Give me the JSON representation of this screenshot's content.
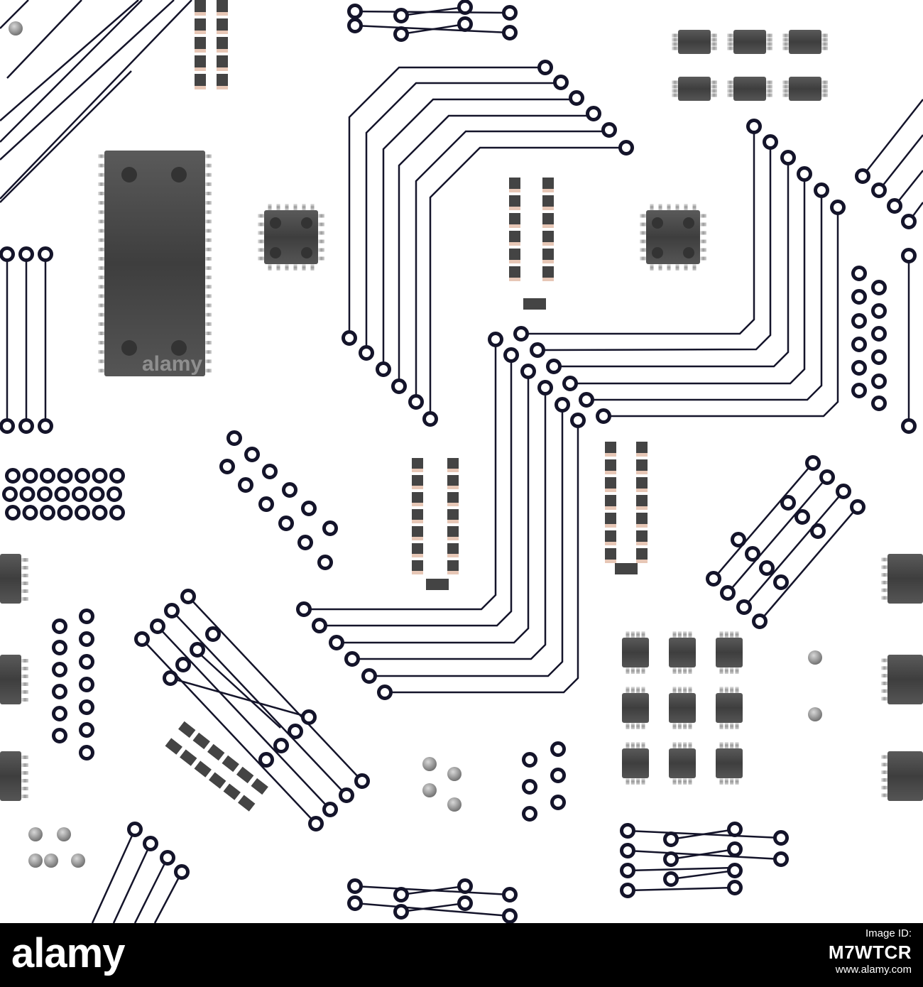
{
  "footer": {
    "logo": "alamy",
    "image_id_label": "Image ID:",
    "image_id": "M7WTCR",
    "site": "www.alamy.com"
  },
  "colors": {
    "background": "#ffffff",
    "trace": "#14142a",
    "chip": "#4a4a4a",
    "footer": "#000000"
  },
  "artwork": {
    "description_icon": "circuit-board-pattern",
    "watermark": "alamy"
  }
}
